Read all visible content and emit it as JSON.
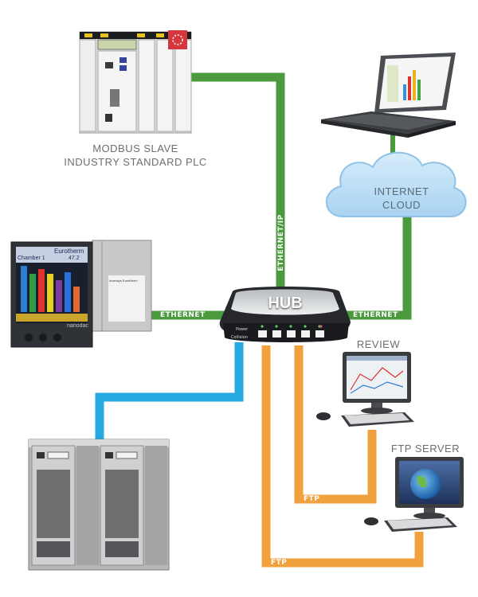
{
  "devices": {
    "plc_label_line1": "MODBUS SLAVE",
    "plc_label_line2": "INDUSTRY STANDARD PLC",
    "cloud_label_line1": "INTERNET",
    "cloud_label_line2": "CLOUD",
    "review_label": "REVIEW",
    "ftp_server_label": "FTP SERVER",
    "hub_label": "HUB",
    "hub_power_label": "Power",
    "hub_collision_label": "Collision",
    "recorder_brand": "Eurotherm",
    "recorder_channel": "Chamber 1",
    "recorder_reading": "47.2",
    "recorder_model": "nanodac",
    "recorder_side_label": "Invensys Eurotherm"
  },
  "connections": {
    "plc_link": "ETHERNET/IP",
    "recorder_link": "ETHERNET",
    "cloud_link": "ETHERNET",
    "review_link": "FTP",
    "server_link": "FTP"
  },
  "colors": {
    "ethernet_green": "#4a9a3d",
    "ftp_orange": "#f0a03c",
    "server_blue": "#25a9e0",
    "label_gray": "#6b6e72"
  }
}
